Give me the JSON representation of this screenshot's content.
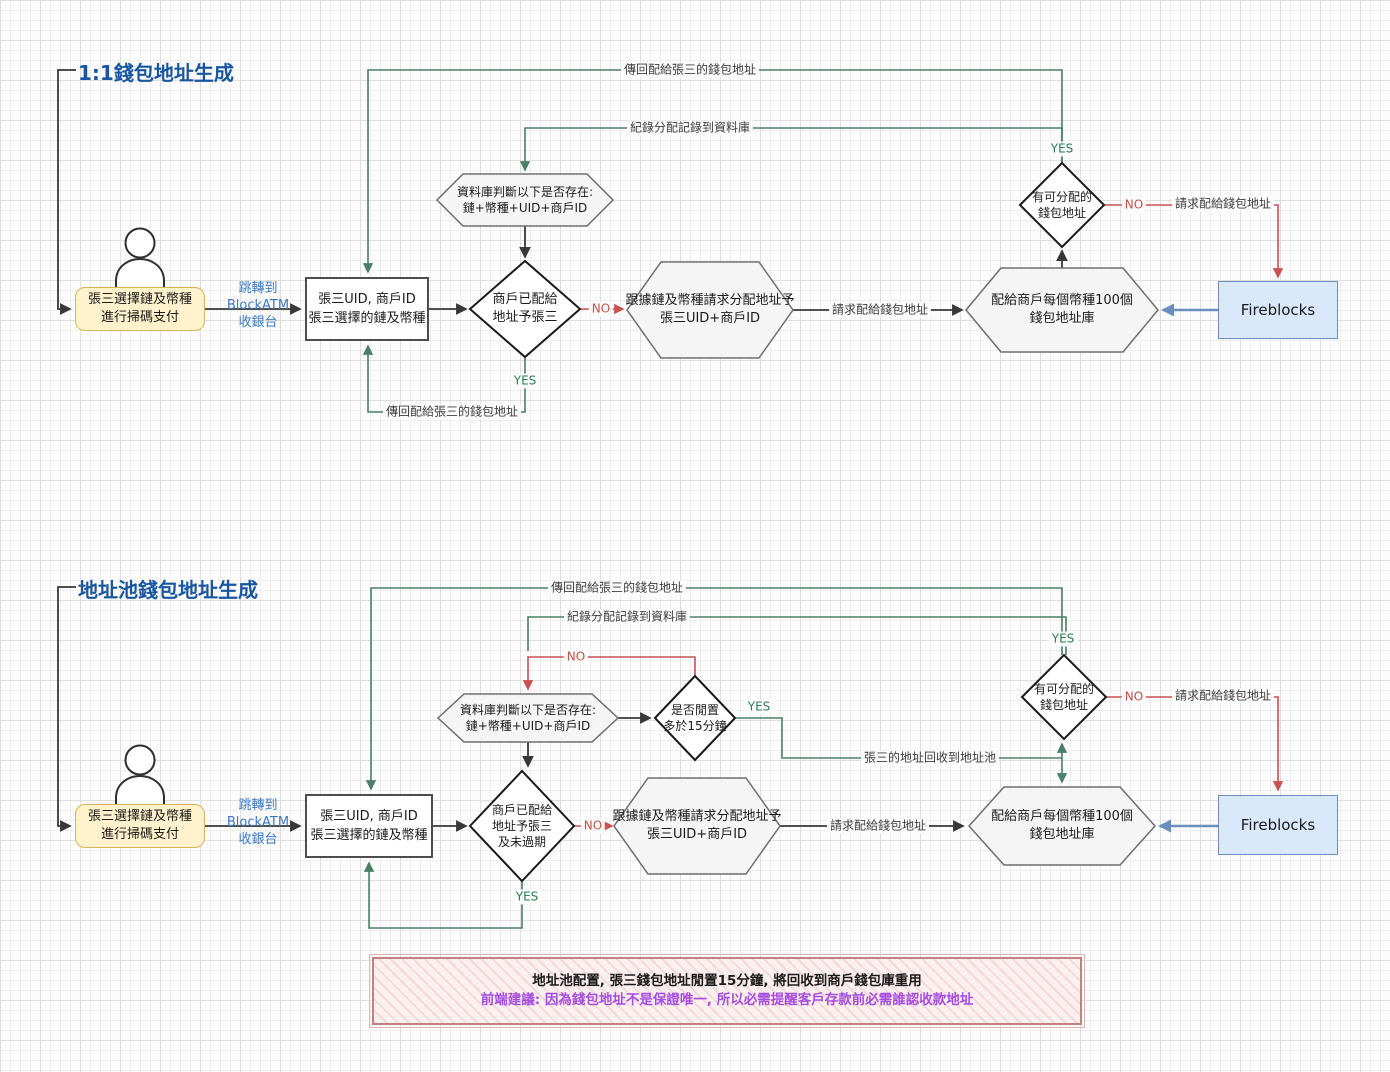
{
  "flow1": {
    "title": "1:1錢包地址生成",
    "start": {
      "l1": "張三選擇鏈及幣種",
      "l2": "進行掃碼支付"
    },
    "jump": {
      "l1": "跳轉到",
      "l2": "BlockATM",
      "l3": "收銀台"
    },
    "uid": {
      "l1": "張三UID, 商戶ID",
      "l2": "張三選擇的鏈及幣種"
    },
    "assigned": {
      "l1": "商戶已配給",
      "l2": "地址予張三"
    },
    "db": {
      "l1": "資料庫判斷以下是否存在:",
      "l2": "鏈+幣種+UID+商戶ID"
    },
    "request": {
      "l1": "跟據鏈及幣種請求分配地址予",
      "l2": "張三UID+商戶ID"
    },
    "pool": {
      "l1": "配給商戶每個幣種100個",
      "l2": "錢包地址庫"
    },
    "available": {
      "l1": "有可分配的",
      "l2": "錢包地址"
    },
    "fireblocks": "Fireblocks",
    "edges": {
      "return_top": "傳回配給張三的錢包地址",
      "record": "紀錄分配記錄到資料庫",
      "yes": "YES",
      "no": "NO",
      "request_right": "請求配給錢包地址",
      "request_mid": "請求配給錢包地址",
      "return_bottom": "傳回配給張三的錢包地址"
    }
  },
  "flow2": {
    "title": "地址池錢包地址生成",
    "start": {
      "l1": "張三選擇鏈及幣種",
      "l2": "進行掃碼支付"
    },
    "jump": {
      "l1": "跳轉到",
      "l2": "BlockATM",
      "l3": "收銀台"
    },
    "uid": {
      "l1": "張三UID, 商戶ID",
      "l2": "張三選擇的鏈及幣種"
    },
    "assigned": {
      "l1": "商戶已配給",
      "l2": "地址予張三",
      "l3": "及未過期"
    },
    "db": {
      "l1": "資料庫判斷以下是否存在:",
      "l2": "鏈+幣種+UID+商戶ID"
    },
    "idle": {
      "l1": "是否閒置",
      "l2": "多於15分鐘"
    },
    "request": {
      "l1": "跟據鏈及幣種請求分配地址予",
      "l2": "張三UID+商戶ID"
    },
    "pool": {
      "l1": "配給商戶每個幣種100個",
      "l2": "錢包地址庫"
    },
    "available": {
      "l1": "有可分配的",
      "l2": "錢包地址"
    },
    "fireblocks": "Fireblocks",
    "edges": {
      "return_top": "傳回配給張三的錢包地址",
      "record": "紀錄分配記錄到資料庫",
      "yes": "YES",
      "no": "NO",
      "recycle": "張三的地址回收到地址池",
      "request_right": "請求配給錢包地址",
      "request_mid": "請求配給錢包地址"
    }
  },
  "note": {
    "l1": "地址池配置, 張三錢包地址閒置15分鐘, 將回收到商戶錢包庫重用",
    "l2": "前端建議: 因為錢包地址不是保證唯一, 所以必需提醒客戶存款前必需誰認收款地址"
  },
  "colors": {
    "line_green": "#4D7E68",
    "line_red": "#C85151",
    "line_blue": "#6C8EBF",
    "title_blue": "#1857A0",
    "jump_blue": "#3C79C4",
    "start_fill": "#FFF2CC",
    "start_border": "#D6B656",
    "fireblocks_fill": "#DAE8FC",
    "fireblocks_border": "#6C8EBF",
    "note_border": "#C47F7F",
    "note_text_purple": "#A64DE1"
  }
}
